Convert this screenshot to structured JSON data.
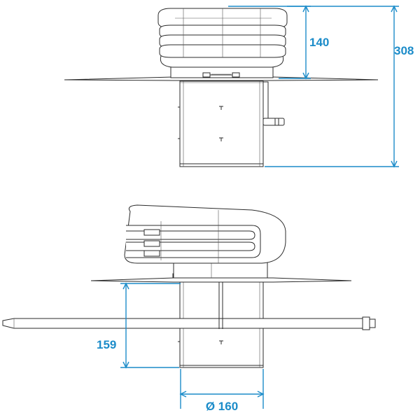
{
  "dimensions": {
    "hood_height": "140",
    "total_height": "308",
    "pipe_length": "159",
    "pipe_diameter": "Ø 160"
  },
  "colors": {
    "dimension": "#1c8cc9",
    "outline": "#2b2b2b",
    "shade": "#d9d9d9"
  }
}
